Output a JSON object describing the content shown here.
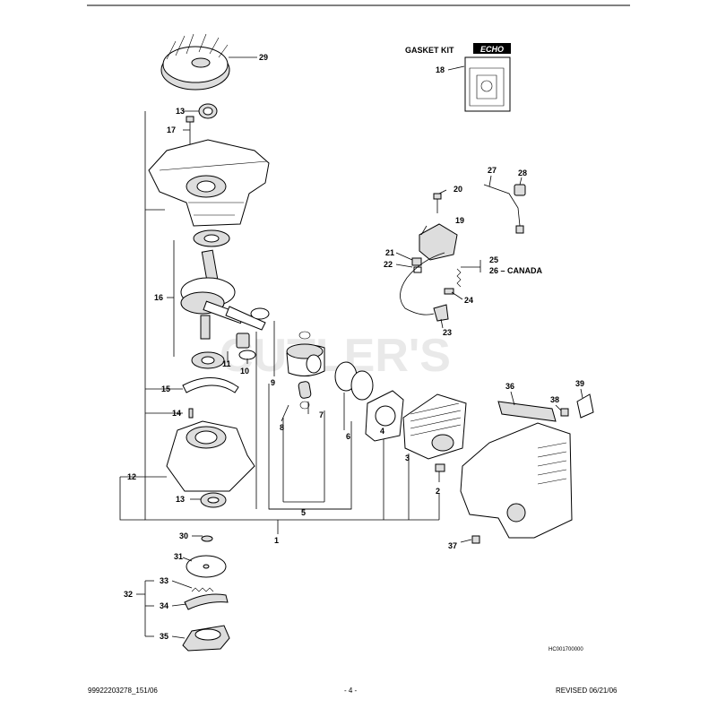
{
  "gasket_kit": {
    "title": "GASKET KIT",
    "brand": "ECHO",
    "part": "18"
  },
  "canada_note": "26 – CANADA",
  "watermark": "CUTLER'S",
  "drawing_code": "HC001700000",
  "footer": {
    "left": "99922203278_151/06",
    "center": "- 4 -",
    "right": "REVISED 06/21/06"
  },
  "labels": {
    "p1": "1",
    "p2": "2",
    "p3": "3",
    "p4": "4",
    "p5": "5",
    "p6": "6",
    "p7": "7",
    "p8": "8",
    "p9": "9",
    "p10": "10",
    "p11": "11",
    "p12": "12",
    "p13a": "13",
    "p13b": "13",
    "p14": "14",
    "p15": "15",
    "p16": "16",
    "p17": "17",
    "p19": "19",
    "p20": "20",
    "p21": "21",
    "p22": "22",
    "p23": "23",
    "p24": "24",
    "p25": "25",
    "p27": "27",
    "p28": "28",
    "p29": "29",
    "p30": "30",
    "p31": "31",
    "p32": "32",
    "p33": "33",
    "p34": "34",
    "p35": "35",
    "p36": "36",
    "p37": "37",
    "p38": "38",
    "p39": "39"
  }
}
